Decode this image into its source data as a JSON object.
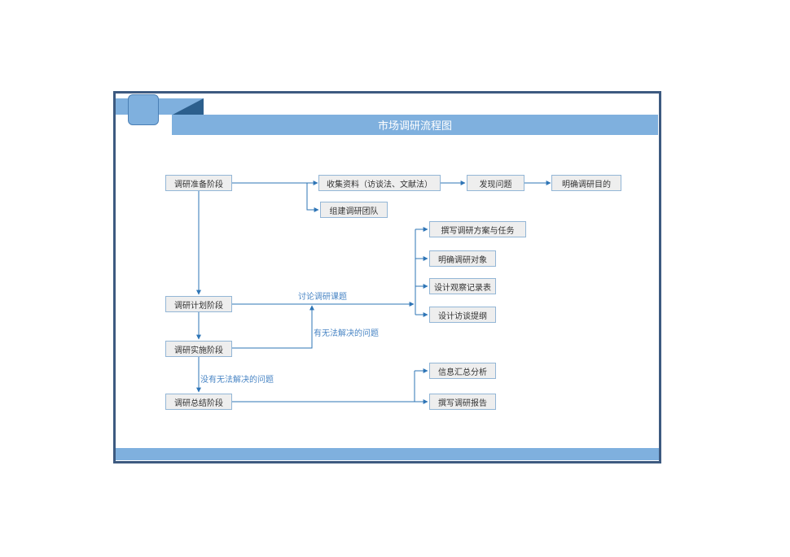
{
  "title": "市场调研流程图",
  "nodes": {
    "prep": "调研准备阶段",
    "collect": "收集资料（访谈法、文献法）",
    "discover": "发现问题",
    "clarify_purpose": "明确调研目的",
    "team": "组建调研团队",
    "write_plan": "撰写调研方案与任务",
    "clarify_object": "明确调研对象",
    "design_table": "设计观察记录表",
    "design_interview": "设计访谈提纲",
    "plan": "调研计划阶段",
    "implement": "调研实施阶段",
    "summary": "调研总结阶段",
    "analysis": "信息汇总分析",
    "report": "撰写调研报告"
  },
  "edge_labels": {
    "discuss": "讨论调研课题",
    "unsolved": "有无法解决的问题",
    "no_unsolved": "没有无法解决的问题"
  },
  "colors": {
    "frame": "#3d5a80",
    "bar": "#7fb0de",
    "accent": "#2c5f8d",
    "arrow": "#2e75b6",
    "node_fill": "#eeeeee",
    "node_border": "#93b6d6"
  }
}
